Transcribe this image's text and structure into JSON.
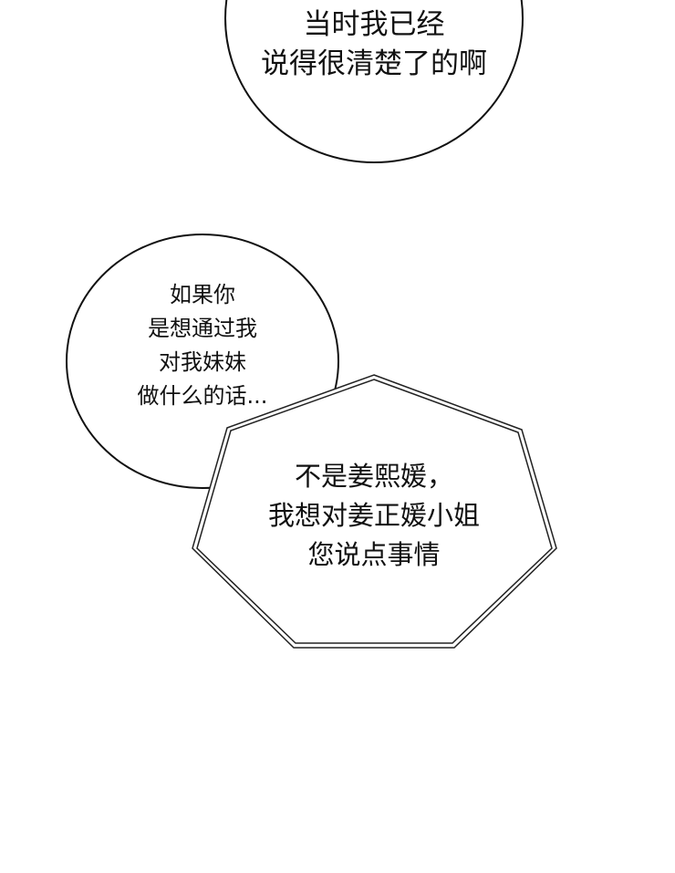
{
  "bubbles": [
    {
      "shape": "ellipse",
      "lines": [
        "当时我已经",
        "说得很清楚了的啊"
      ]
    },
    {
      "shape": "ellipse",
      "lines": [
        "如果你",
        "是想通过我",
        "对我妹妹",
        "做什么的话..."
      ]
    },
    {
      "shape": "polygon",
      "lines": [
        "不是姜熙媛，",
        "我想对姜正媛小姐",
        "您说点事情"
      ]
    }
  ]
}
